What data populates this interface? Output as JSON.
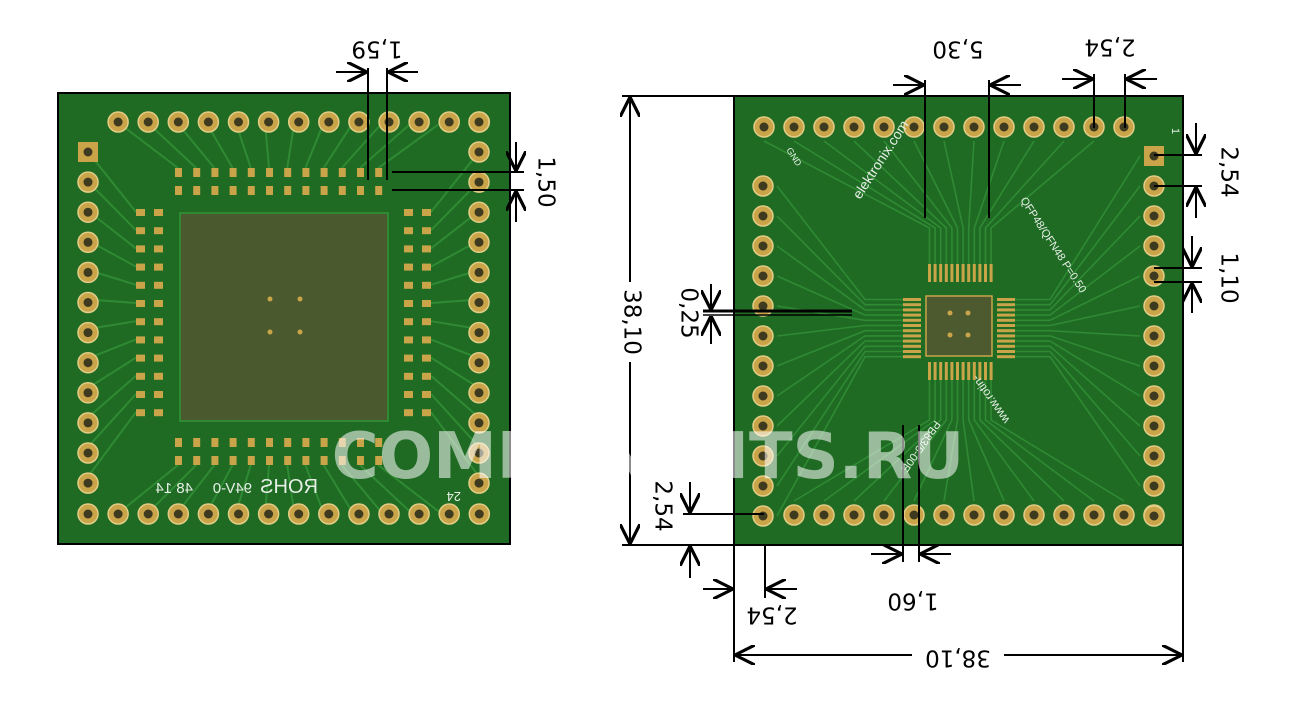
{
  "colors": {
    "board": "#1f6b24",
    "board_dark": "#164f1a",
    "trace": "#2f8a33",
    "pad_gold": "#c9a449",
    "pad_hole": "#3d3a20",
    "pad_rim": "#e2cd86",
    "outline": "#000000",
    "silkscreen": "#e6efe6"
  },
  "left_board": {
    "dimensions": {
      "pitch_horizontal": "1,59",
      "pitch_vertical": "1,50"
    },
    "silkscreen": {
      "rohs_label": "ROHS",
      "material_label": "94V-0",
      "date_code": "48 14",
      "pin_24": "24"
    }
  },
  "right_board": {
    "dimensions": {
      "inner_span": "5,30",
      "pin_pitch_top": "2,54",
      "pin_pitch_right": "2,54",
      "pad_pitch_right": "1,10",
      "height": "38,10",
      "width": "38,10",
      "fine_pitch": "0,25",
      "corner_offset_left": "2,54",
      "corner_offset_bottom": "2,54",
      "pad_gap_bottom": "1,60"
    },
    "silkscreen": {
      "site": "elektronix.com",
      "site_mirrored": "www.rotin-",
      "package": "QFP48/QFN48 P=0.50",
      "part_code": "PB83/5-00E",
      "pin_1": "1",
      "corner_ref": "GND"
    }
  },
  "watermark": "COMPONENTS.RU"
}
